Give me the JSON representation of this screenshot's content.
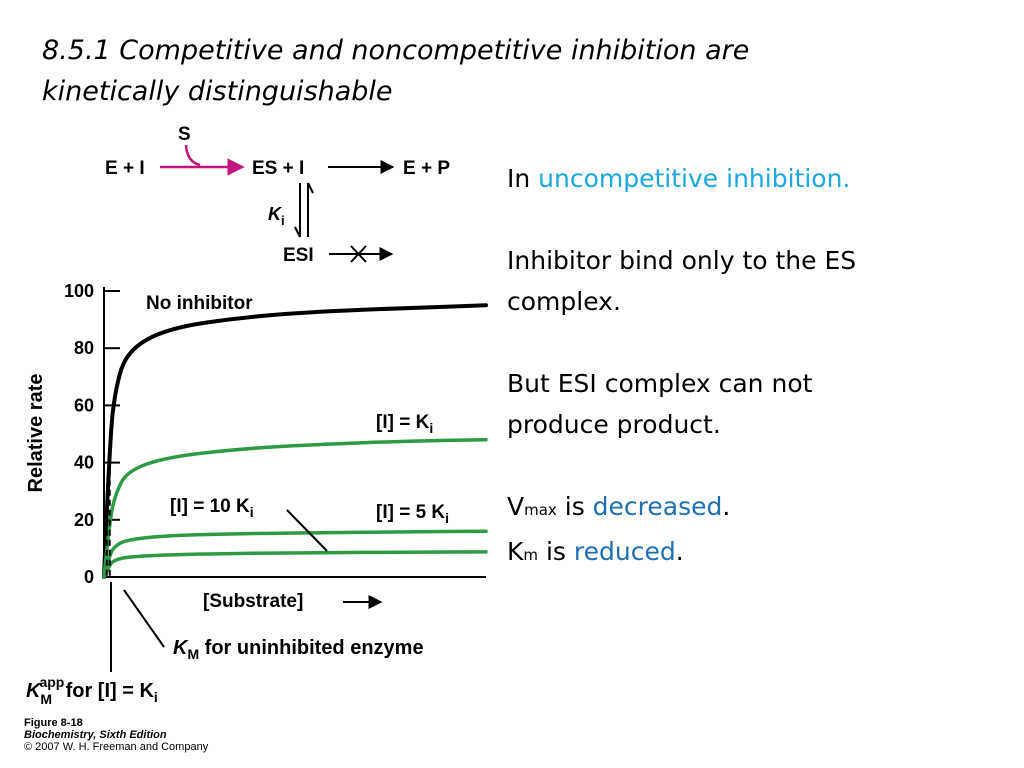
{
  "title_line1": "8.5.1 Competitive and noncompetitive inhibition are",
  "title_line2": "kinetically distinguishable",
  "scheme": {
    "left": "E + I",
    "s_label": "S",
    "middle": "ES + I",
    "right": "E + P",
    "ki": "K",
    "ki_sub": "i",
    "esi": "ESI"
  },
  "text": {
    "line1_prefix": "In ",
    "line1_highlight": "uncompetitive inhibition.",
    "line2a": "Inhibitor bind only to the ES",
    "line2b": "complex.",
    "line3a": "But ESI complex can not",
    "line3b": "produce product.",
    "vmax_v": "V",
    "vmax_sub": "max",
    "vmax_is": " is ",
    "vmax_highlight": "decreased",
    "vmax_end": ".",
    "km_k": "K",
    "km_sub": "m",
    "km_is": " is ",
    "km_highlight": "reduced",
    "km_end": "."
  },
  "colors": {
    "cyan": "#1aa7e0",
    "blue": "#1f6fb4",
    "green": "#2e9a46",
    "magenta": "#c4157f"
  },
  "chart_data": {
    "type": "line",
    "ylabel": "Relative rate",
    "xlabel": "[Substrate]",
    "ylim": [
      0,
      100
    ],
    "y_ticks": [
      0,
      20,
      40,
      60,
      80,
      100
    ],
    "y_tick_labels": [
      "0",
      "20",
      "40",
      "60",
      "80",
      "100"
    ],
    "x": [
      0,
      0.25,
      0.5,
      1,
      2,
      4,
      6,
      8,
      10
    ],
    "km_marker_x": 0.25,
    "km_marker_y": 41,
    "kmapp_marker_x": 0.12,
    "kmapp_marker_y": 20,
    "series": [
      {
        "label": "No inhibitor",
        "color": "#000000",
        "values": [
          0,
          48,
          66,
          79,
          87,
          91,
          93,
          94,
          95
        ]
      },
      {
        "label_main": "[I] = K",
        "label_sub": "i",
        "color": "#2e9a46",
        "values": [
          0,
          20,
          29,
          37,
          42,
          45,
          46.5,
          47.5,
          48
        ]
      },
      {
        "label_main": "[I] = 5 K",
        "label_sub": "i",
        "color": "#2e9a46",
        "values": [
          0,
          8,
          11,
          13,
          14.5,
          15.2,
          15.5,
          15.8,
          16
        ]
      },
      {
        "label_main": "[I] = 10 K",
        "label_sub": "i",
        "color": "#2e9a46",
        "values": [
          0,
          4.5,
          6,
          7,
          7.8,
          8.3,
          8.5,
          8.7,
          8.8
        ]
      }
    ],
    "annotations": {
      "km_main": "K",
      "km_sub": "M",
      "km_rest": " for uninhibited enzyme",
      "kmapp_main": "K",
      "kmapp_sub": "M",
      "kmapp_sup": "app",
      "kmapp_rest": " for [I] = K",
      "kmapp_end_sub": "i"
    }
  },
  "caption": {
    "figure": "Figure 8-18",
    "book": "Biochemistry, Sixth Edition",
    "copyright": "© 2007 W. H. Freeman and Company"
  }
}
